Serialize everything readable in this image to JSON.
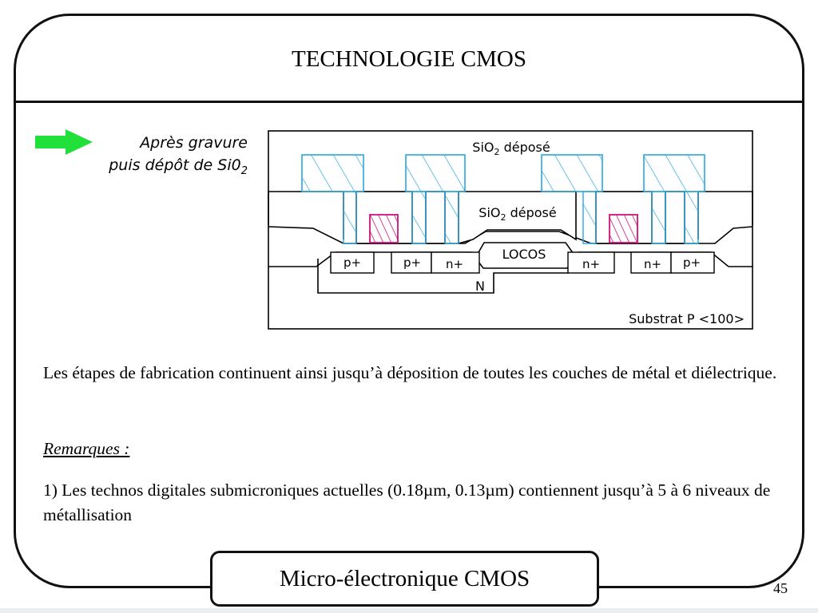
{
  "slide": {
    "title": "TECHNOLOGIE CMOS",
    "footer": "Micro-électronique CMOS",
    "page_number": "45"
  },
  "caption": {
    "line1": "Après gravure",
    "line2_prefix": "puis dépôt de Si0",
    "line2_sub": "2",
    "arrow_color": "#22e03a"
  },
  "diagram": {
    "deposit_top": {
      "prefix": "SiO",
      "sub": "2",
      "suffix": " déposé"
    },
    "deposit_mid": {
      "prefix": "SiO",
      "sub": "2",
      "suffix": " déposé"
    },
    "locos": "LOCOS",
    "nwell": "N",
    "substrate": "Substrat P <100>",
    "regions": [
      "p+",
      "p+",
      "n+",
      "n+",
      "n+",
      "p+"
    ],
    "colors": {
      "spacer": "#2aa7e0",
      "gate": "#d0127a",
      "outline": "#000000"
    }
  },
  "body": {
    "paragraph": "Les étapes de fabrication continuent ainsi jusqu’à déposition de toutes les couches de métal et diélectrique.",
    "remarks_title": "Remarques :",
    "remark_1": "1) Les technos digitales submicroniques actuelles (0.18µm, 0.13µm) contiennent jusqu’à 5 à 6 niveaux de métallisation"
  }
}
